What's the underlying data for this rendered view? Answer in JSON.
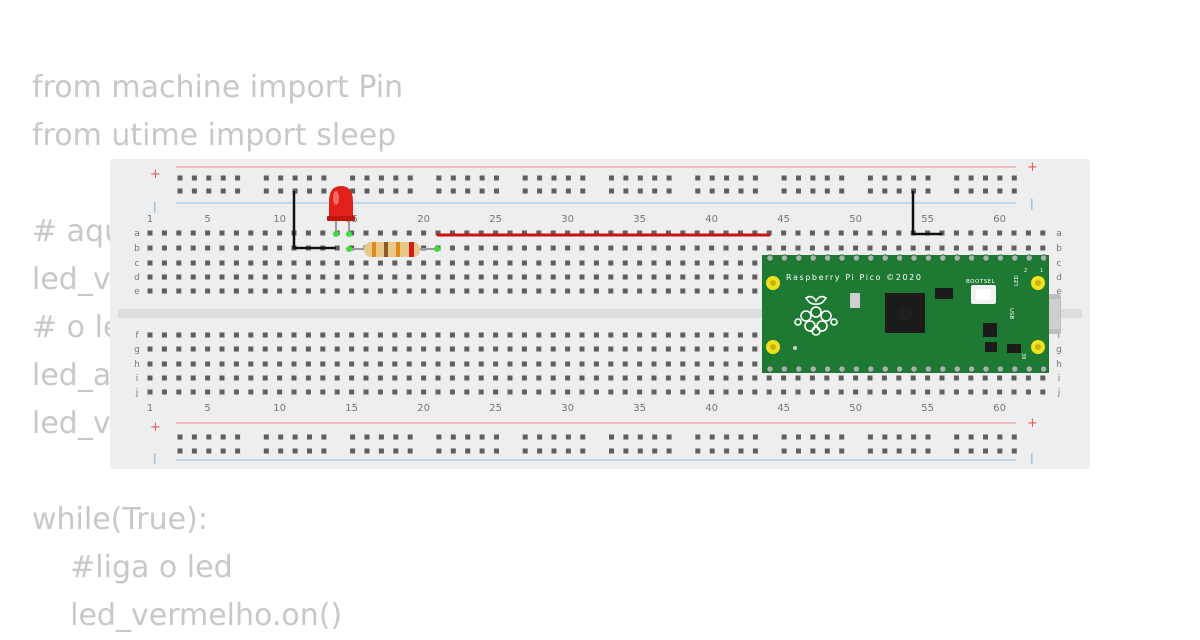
{
  "code": {
    "lines": [
      "from machine import Pin",
      "from utime import sleep",
      "",
      "# aqui",
      "led_vermelho",
      "# o led",
      "led_aceso",
      "led_vermelho",
      "",
      "while(True):",
      "    #liga o led",
      "    led_vermelho.on()"
    ]
  },
  "breadboard": {
    "column_labels": [
      "1",
      "5",
      "10",
      "15",
      "20",
      "25",
      "30",
      "35",
      "40",
      "45",
      "50",
      "55",
      "60"
    ],
    "row_labels_top": [
      "a",
      "b",
      "c",
      "d",
      "e"
    ],
    "row_labels_bottom": [
      "f",
      "g",
      "h",
      "i",
      "j"
    ],
    "rail_plus": "+",
    "rail_minus": "|"
  },
  "pico": {
    "title": "Raspberry Pi Pico ©2020",
    "bootsel_label": "BOOTSEL",
    "led_label": "LED",
    "usb_label": "USB",
    "pin_top_left": "1",
    "pin_top_right": "2",
    "pin_bottom_right": "39"
  },
  "colors": {
    "board_bg": "#eeeeee",
    "hole": "#5f5f5f",
    "rail_red": "#e88a8a",
    "rail_blue": "#8ac2e8",
    "wire_black": "#111111",
    "wire_red": "#cc1111",
    "led_red": "#e0201a",
    "pico_green": "#1e7a33",
    "pad_yellow": "#f2e21e",
    "code_text": "#c8c8c8"
  }
}
